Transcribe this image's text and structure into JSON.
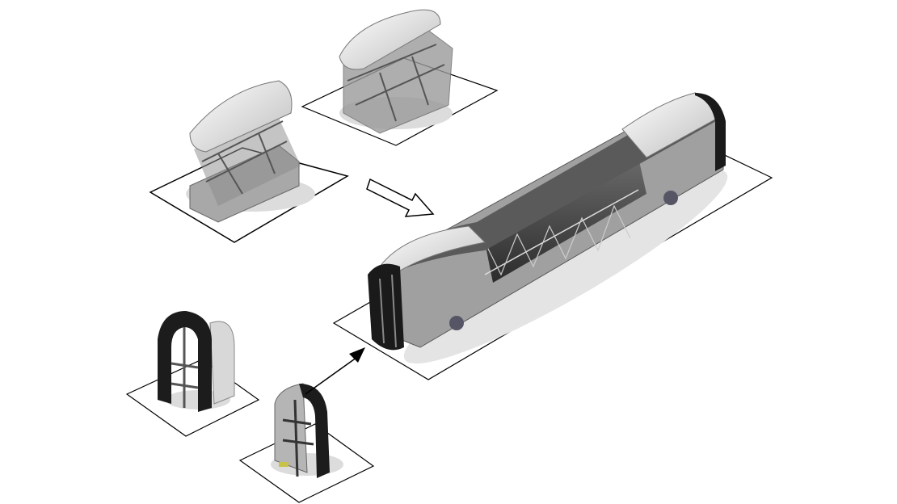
{
  "diagram": {
    "colors": {
      "background": "#ffffff",
      "outline": "#000000",
      "roof": "#e8e8e8",
      "body_dark": "#4a4a4a",
      "frame": "#9a9a9a",
      "shadow": "#d8d8d8"
    },
    "stages": [
      {
        "id": "roof-module-a"
      },
      {
        "id": "roof-module-b"
      },
      {
        "id": "end-frame-a"
      },
      {
        "id": "end-frame-b"
      },
      {
        "id": "assembled-car"
      }
    ],
    "arrows": [
      {
        "from": "roof-modules",
        "to": "assembled-car",
        "style": "hollow"
      },
      {
        "from": "end-frames",
        "to": "assembled-car",
        "style": "line"
      }
    ]
  }
}
